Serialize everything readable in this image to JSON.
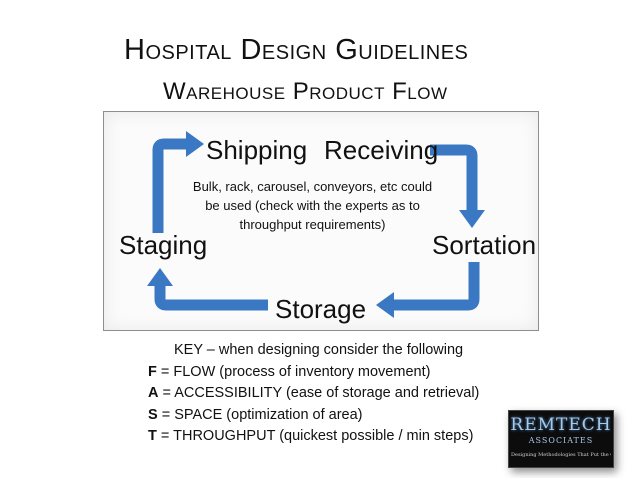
{
  "title": "Hospital  Design Guidelines",
  "subtitle": "Warehouse Product Flow",
  "diagram": {
    "nodes": {
      "shipping": "Shipping",
      "receiving": "Receiving",
      "sortation": "Sortation",
      "storage": "Storage",
      "staging": "Staging"
    },
    "note": "Bulk, rack, carousel, conveyors, etc could be used (check with the experts as to throughput requirements)",
    "arrow_color": "#3a78c4"
  },
  "key": {
    "heading": "KEY – when designing consider the following",
    "items": [
      {
        "letter": "F",
        "text": " = FLOW (process of inventory movement)"
      },
      {
        "letter": "A",
        "text": " = ACCESSIBILITY (ease of storage and retrieval)"
      },
      {
        "letter": "S",
        "text": " = SPACE (optimization of area)"
      },
      {
        "letter": "T",
        "text": " = THROUGHPUT (quickest possible / min steps)"
      }
    ]
  },
  "logo": {
    "name": "REMTECH",
    "sub": "ASSOCIATES",
    "tagline": "Designing Methodologies That Put the Client First"
  }
}
